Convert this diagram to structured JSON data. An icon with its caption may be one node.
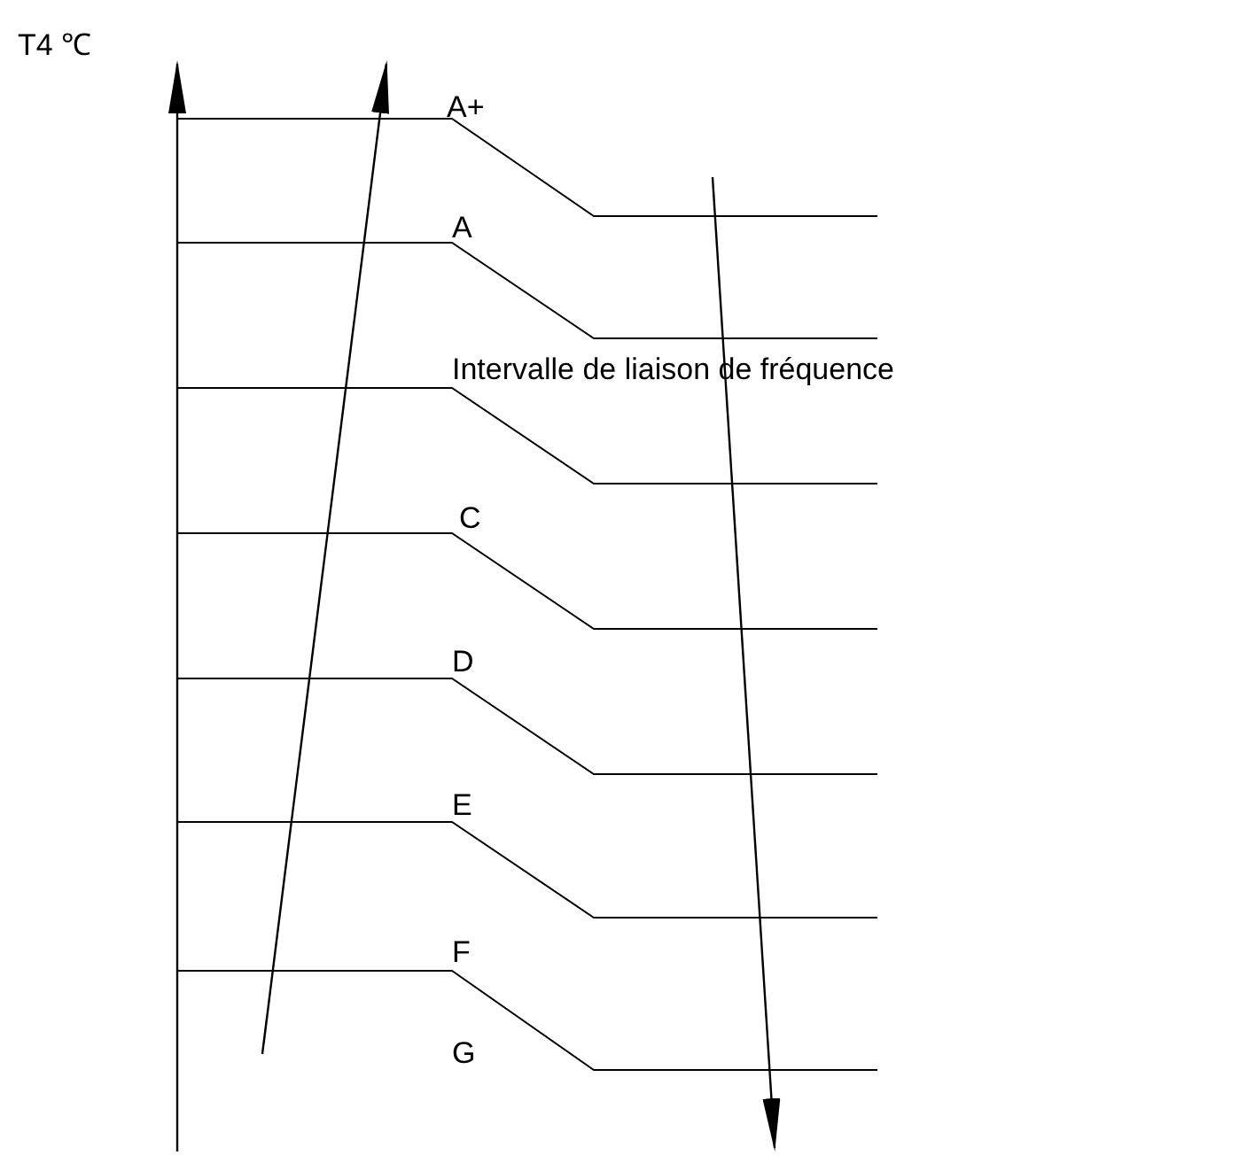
{
  "diagram": {
    "labels": [
      "T4 ℃",
      "A+",
      "A",
      "Intervalle de liaison de fréquence",
      "C",
      "D",
      "E",
      "F",
      "G"
    ]
  }
}
